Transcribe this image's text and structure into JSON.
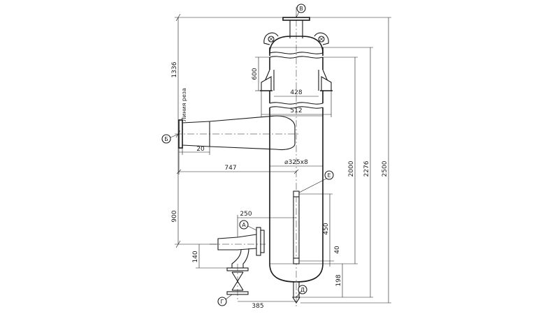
{
  "drawing": {
    "markers": {
      "A": "А",
      "B": "Б",
      "V": "В",
      "G": "Г",
      "D": "Д",
      "E": "Е"
    },
    "cut_line_label": "Линия реза",
    "dimensions": {
      "d1336": "1336",
      "d600": "600",
      "d428": "428",
      "d512": "512",
      "d20": "20",
      "d747": "747",
      "d325": "⌀325x8",
      "d2000": "2000",
      "d2276": "2276",
      "d2500": "2500",
      "d900": "900",
      "d250": "250",
      "d450": "450",
      "d40": "40",
      "d140": "140",
      "d198": "198",
      "d385": "385"
    }
  }
}
